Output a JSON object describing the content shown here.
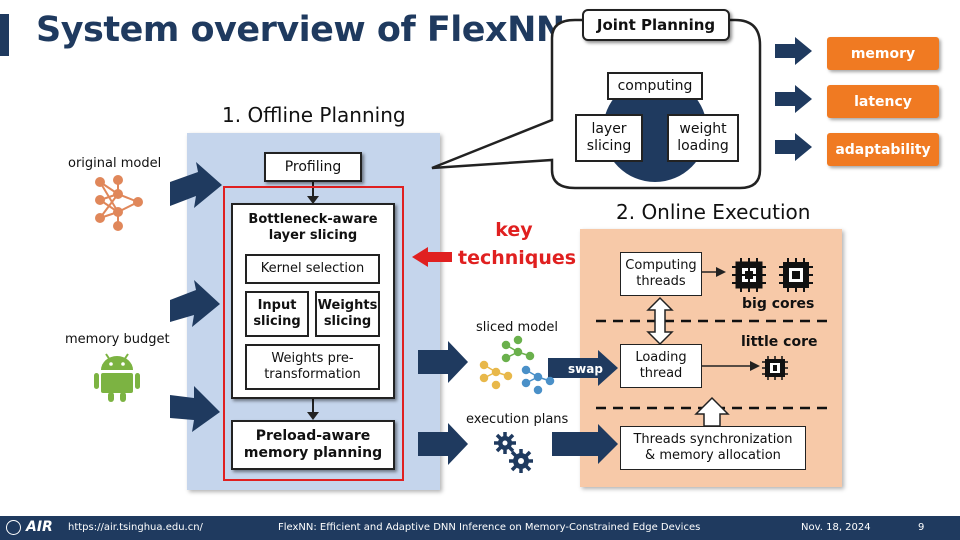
{
  "title": "System overview of FlexNN",
  "offline": {
    "heading": "1. Offline Planning",
    "profiling": "Profiling",
    "bottleneck": "Bottleneck-aware layer slicing",
    "kernel": "Kernel selection",
    "input_slicing": "Input slicing",
    "weights_slicing": "Weights slicing",
    "weights_pre": "Weights pre-transformation",
    "preload": "Preload-aware memory planning"
  },
  "inputs": {
    "original_model": "original model",
    "memory_budget": "memory budget"
  },
  "key_techniques": "key techniques",
  "joint_planning": {
    "title": "Joint Planning",
    "computing": "computing",
    "layer_slicing": "layer slicing",
    "weight_loading": "weight loading"
  },
  "goals": [
    "memory",
    "latency",
    "adaptability"
  ],
  "online": {
    "heading": "2. Online Execution",
    "sliced_model": "sliced model",
    "execution_plans": "execution plans",
    "swap": "swap",
    "computing_threads": "Computing threads",
    "loading_thread": "Loading thread",
    "big_cores": "big cores",
    "little_core": "little core",
    "sync": "Threads synchronization & memory allocation"
  },
  "footer": {
    "logo": "AIR",
    "url": "https://air.tsinghua.edu.cn/",
    "paper": "FlexNN: Efficient and Adaptive DNN Inference on Memory-Constrained Edge Devices",
    "date": "Nov. 18, 2024",
    "page": "9"
  },
  "colors": {
    "navy": "#1f3a5f",
    "offline_bg": "#c5d5ec",
    "online_bg": "#f7c9a8",
    "orange": "#f07a22",
    "red": "#e02020"
  }
}
